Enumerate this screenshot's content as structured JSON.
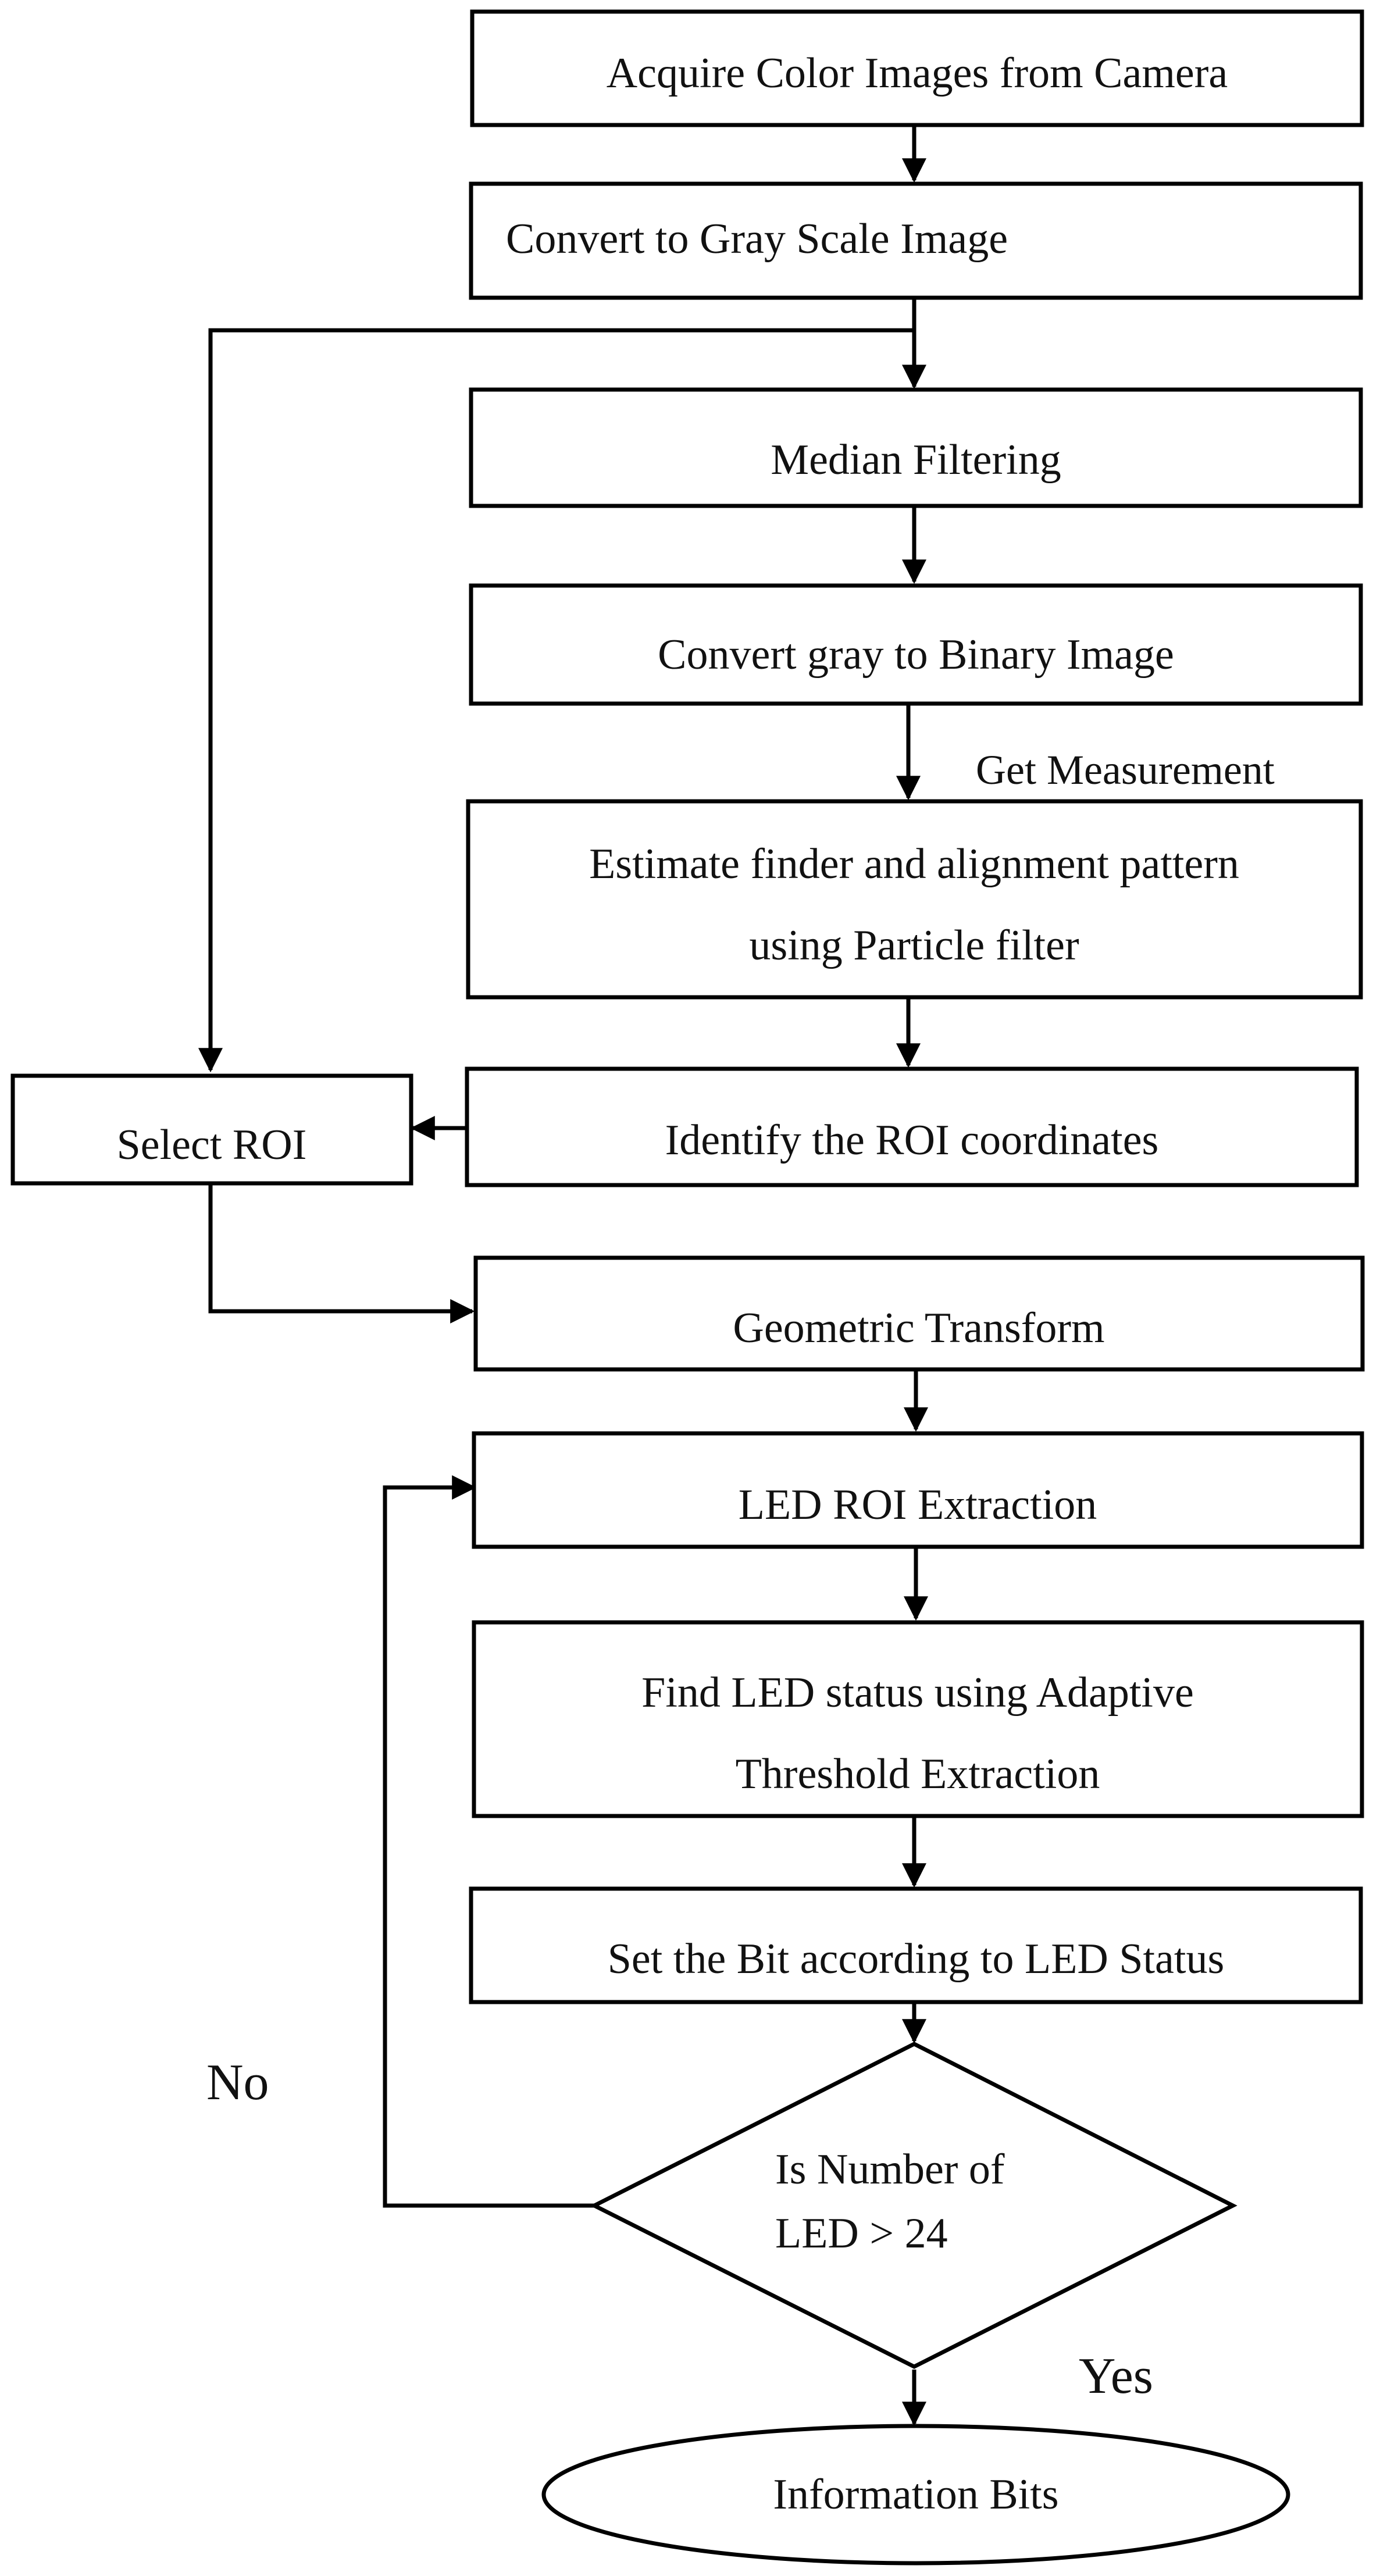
{
  "nodes": {
    "acquire": [
      "Acquire Color Images from Camera"
    ],
    "gray": [
      "Convert to Gray Scale Image"
    ],
    "median": [
      "Median Filtering"
    ],
    "binary": [
      "Convert gray to Binary Image"
    ],
    "estimate": [
      "Estimate finder and alignment pattern",
      "using Particle filter"
    ],
    "select_roi": [
      "Select ROI"
    ],
    "identify_roi": [
      "Identify the ROI coordinates"
    ],
    "geometric": [
      "Geometric Transform"
    ],
    "led_roi": [
      "LED ROI Extraction"
    ],
    "led_status": [
      "Find LED status using Adaptive",
      "Threshold Extraction"
    ],
    "set_bit": [
      "Set the Bit according to LED Status"
    ],
    "decision": [
      "Is Number of",
      "LED > 24"
    ],
    "info_bits": [
      "Information Bits"
    ]
  },
  "labels": {
    "get_measurement": "Get Measurement",
    "no": "No",
    "yes": "Yes"
  }
}
